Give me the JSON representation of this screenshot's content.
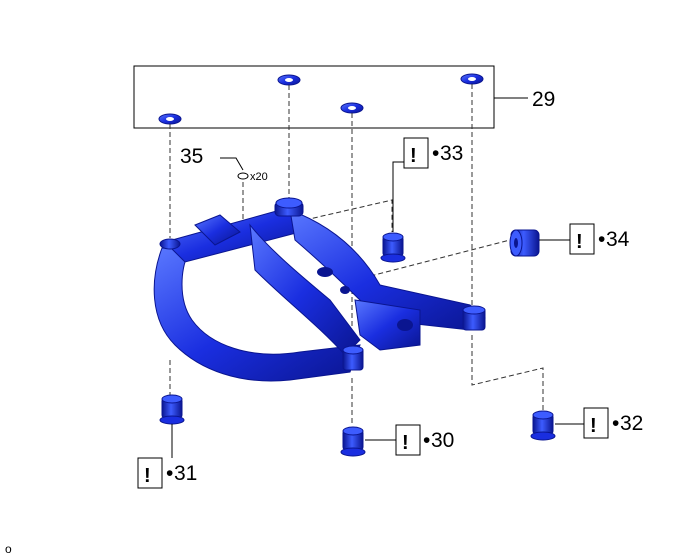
{
  "callouts": {
    "c29": "29",
    "c30": "30",
    "c31": "31",
    "c32": "32",
    "c33": "33",
    "c34": "34",
    "c35": "35"
  },
  "quantity_35": "x20",
  "caution_mark": "!",
  "bullet": "•",
  "footer_code": "o",
  "colors": {
    "part_blue": "#1a2ee0",
    "part_dark": "#0a1590",
    "part_light": "#5a78ff"
  }
}
